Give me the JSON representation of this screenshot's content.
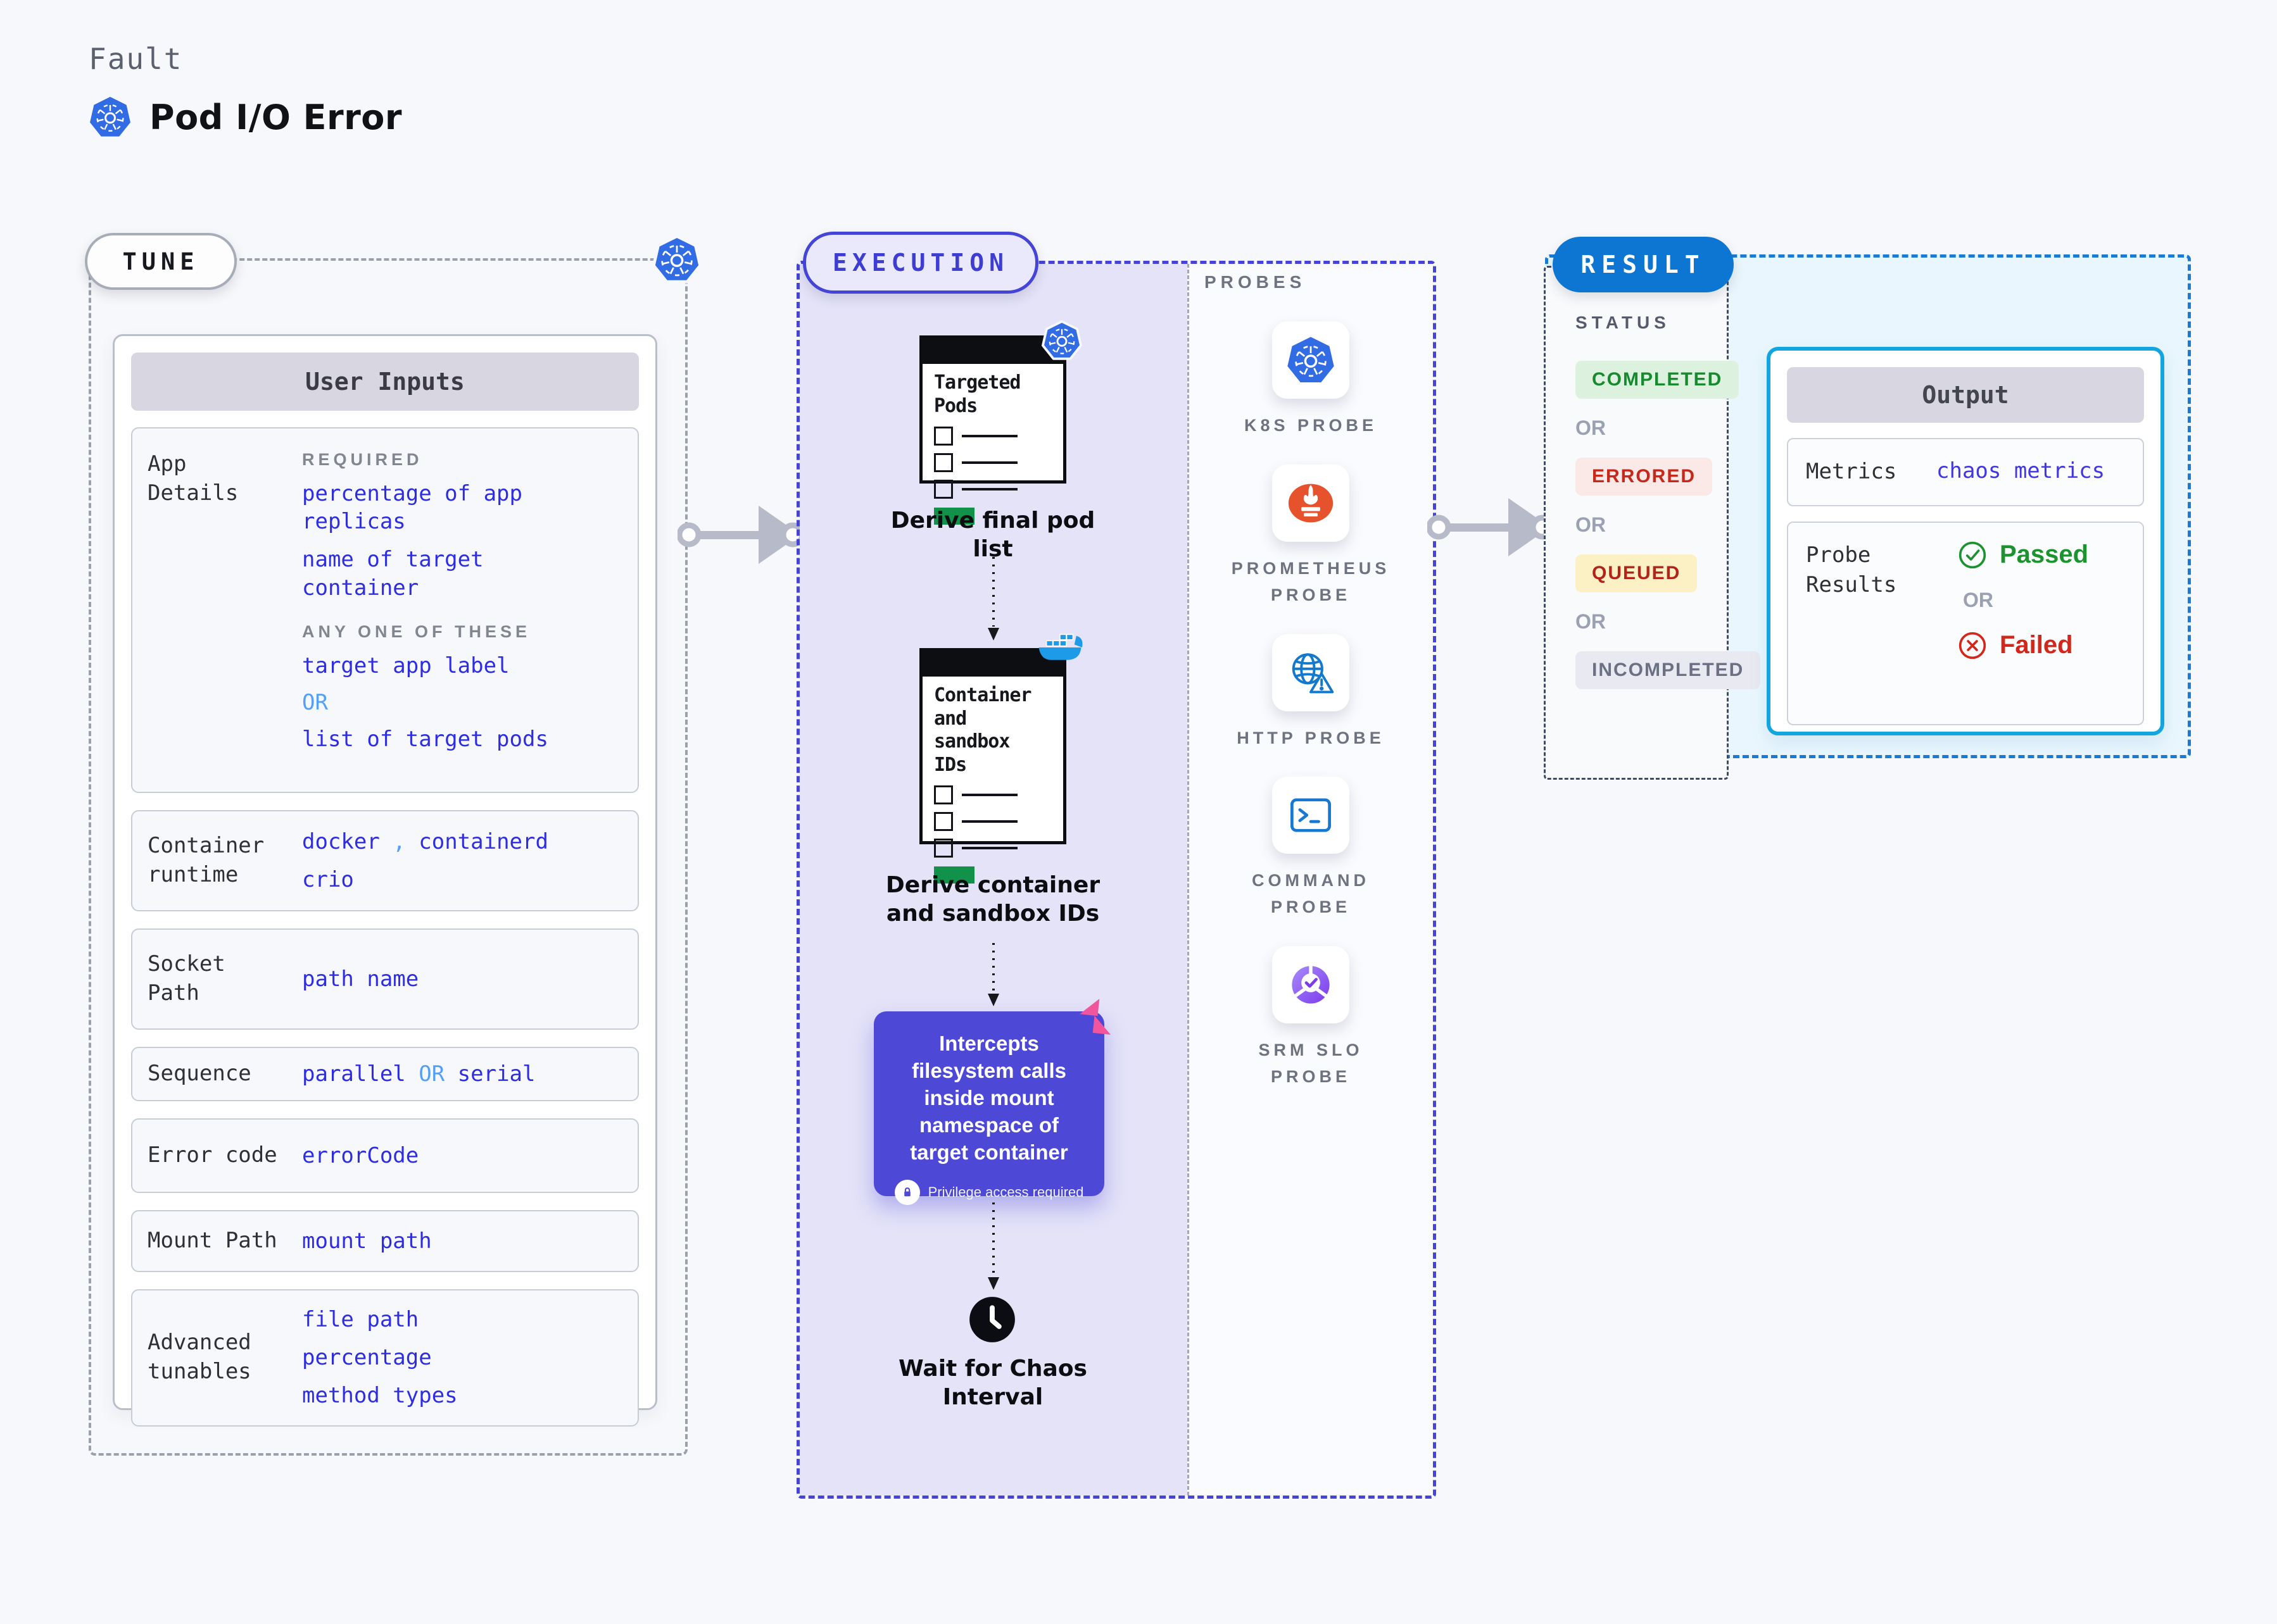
{
  "header": {
    "eyebrow": "Fault",
    "title": "Pod I/O Error"
  },
  "colors": {
    "kubernetes_blue": "#326CE5",
    "docker_blue": "#1D9BE8",
    "prometheus_orange": "#E6522C",
    "execution_indigo": "#4444D6",
    "callout_purple": "#4D48D6",
    "result_blue": "#0D76D2",
    "output_border_cyan": "#13A5DF",
    "value_blue": "#2E2EE0",
    "or_light_blue": "#55A0F6",
    "passed_green": "#1D9330",
    "failed_red": "#D2271A",
    "card_button_green": "#11914A"
  },
  "tune": {
    "badge": "TUNE",
    "table_header": "User Inputs",
    "rows": [
      {
        "label": "App Details",
        "lines": [
          [
            {
              "t": "REQUIRED",
              "s": "caption"
            }
          ],
          [
            {
              "t": "percentage of app replicas",
              "s": "value"
            }
          ],
          [
            {
              "t": "name of target container",
              "s": "value"
            }
          ],
          [
            {
              "t": "ANY ONE OF THESE",
              "s": "caption"
            }
          ],
          [
            {
              "t": "target app label",
              "s": "value"
            }
          ],
          [
            {
              "t": "OR",
              "s": "or"
            }
          ],
          [
            {
              "t": "list of target pods",
              "s": "value"
            }
          ]
        ]
      },
      {
        "label": "Container runtime",
        "lines": [
          [
            {
              "t": "docker",
              "s": "value"
            },
            {
              "t": " , ",
              "s": "or"
            },
            {
              "t": "containerd",
              "s": "value"
            }
          ],
          [
            {
              "t": "crio",
              "s": "value"
            }
          ]
        ]
      },
      {
        "label": "Socket Path",
        "lines": [
          [
            {
              "t": "path name",
              "s": "value"
            }
          ]
        ]
      },
      {
        "label": "Sequence",
        "lines": [
          [
            {
              "t": "parallel",
              "s": "value"
            },
            {
              "t": " OR ",
              "s": "or"
            },
            {
              "t": "serial",
              "s": "value"
            }
          ]
        ]
      },
      {
        "label": "Error code",
        "lines": [
          [
            {
              "t": "errorCode",
              "s": "value"
            }
          ]
        ]
      },
      {
        "label": "Mount Path",
        "lines": [
          [
            {
              "t": "mount path",
              "s": "value"
            }
          ]
        ]
      },
      {
        "label": "Advanced tunables",
        "lines": [
          [
            {
              "t": "file path",
              "s": "value"
            }
          ],
          [
            {
              "t": "percentage",
              "s": "value"
            }
          ],
          [
            {
              "t": "method types",
              "s": "value"
            }
          ]
        ]
      }
    ]
  },
  "execution": {
    "badge": "EXECUTION",
    "steps": [
      {
        "title": "Targeted Pods",
        "caption": "Derive final pod list",
        "badge_icon": "kubernetes-icon"
      },
      {
        "title": "Container and sandbox IDs",
        "caption": "Derive container and sandbox IDs",
        "badge_icon": "docker-icon"
      }
    ],
    "callout": {
      "text": "Intercepts filesystem calls inside mount namespace of target container",
      "note": "Privilege access required"
    },
    "wait_caption": "Wait for Chaos Interval"
  },
  "probes": {
    "label": "PROBES",
    "items": [
      {
        "name": "K8S PROBE",
        "icon": "kubernetes-icon"
      },
      {
        "name": "PROMETHEUS PROBE",
        "icon": "prometheus-icon"
      },
      {
        "name": "HTTP PROBE",
        "icon": "http-globe-icon"
      },
      {
        "name": "COMMAND PROBE",
        "icon": "terminal-icon"
      },
      {
        "name": "SRM SLO PROBE",
        "icon": "srm-slo-icon"
      }
    ]
  },
  "result": {
    "badge": "RESULT",
    "status_label": "STATUS",
    "or_separator": "OR",
    "statuses": [
      {
        "label": "COMPLETED",
        "kind": "completed"
      },
      {
        "label": "ERRORED",
        "kind": "errored"
      },
      {
        "label": "QUEUED",
        "kind": "queued"
      },
      {
        "label": "INCOMPLETED",
        "kind": "incompleted"
      }
    ],
    "output": {
      "header": "Output",
      "metrics_label": "Metrics",
      "metrics_value": "chaos metrics",
      "probe_results_label": "Probe Results",
      "passed": "Passed",
      "or": "OR",
      "failed": "Failed"
    }
  }
}
